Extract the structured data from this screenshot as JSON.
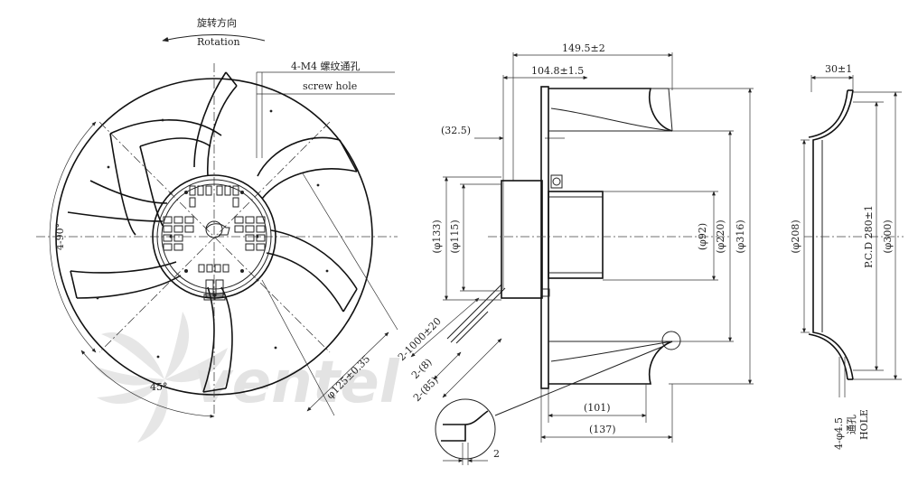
{
  "front_view": {
    "rotation_cn": "旋转方向",
    "rotation_en": "Rotation",
    "screw_cn": "4-M4 螺纹通孔",
    "screw_en": "screw hole",
    "angle_90": "4-90°",
    "angle_45": "45°",
    "pcd_125": "φ125±0.35"
  },
  "cable": {
    "len_1000": "2-1000±20",
    "len_8": "2-(8)",
    "len_85": "2-(85)"
  },
  "side_view": {
    "d_149": "149.5±2",
    "d_104": "104.8±1.5",
    "d_32": "(32.5)",
    "d_133": "(φ133)",
    "d_115": "(φ115)",
    "d_92": "(φ92)",
    "d_220": "(φ220)",
    "d_316": "(φ316)",
    "d_101": "(101)",
    "d_137": "(137)",
    "d_2": "2"
  },
  "ring_view": {
    "d_30": "30±1",
    "d_208": "(φ208)",
    "pcd_280": "P.C.D 280±1",
    "d_300": "(φ300)",
    "hole_45": "4-φ4.5",
    "hole_cn": "通孔",
    "hole_en": "HOLE"
  },
  "watermark": {
    "brand": "ventel"
  },
  "colors": {
    "line": "#222222",
    "watermark_grey": "#d9d9d9",
    "watermark_blue": "#cfe0ee"
  }
}
